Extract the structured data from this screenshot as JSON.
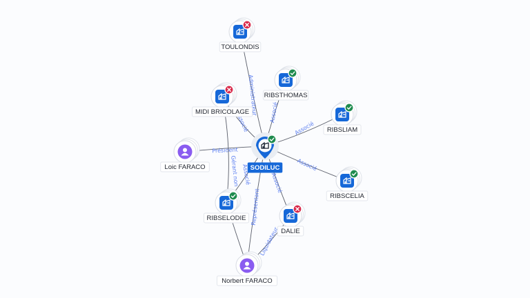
{
  "colors": {
    "company_icon": "#1668d8",
    "person_icon": "#8a5cf0",
    "status_active": "#1e8b4e",
    "status_closed": "#d8294a",
    "edge_label": "#5b7ef0",
    "edge_line": "#5a5e6a"
  },
  "center": {
    "label": "SODILUC",
    "icon": "company-icon",
    "status": "active"
  },
  "nodes": [
    {
      "id": "toulondis",
      "label": "TOULONDIS",
      "type": "company",
      "status": "closed"
    },
    {
      "id": "ribsthomas",
      "label": "RIBSTHOMAS",
      "type": "company",
      "status": "active"
    },
    {
      "id": "midi-bricolage",
      "label": "MIDI BRICOLAGE",
      "type": "company",
      "status": "closed"
    },
    {
      "id": "ribsliam",
      "label": "RIBSLIAM",
      "type": "company",
      "status": "active"
    },
    {
      "id": "loic-faraco",
      "label": "Loic FARACO",
      "type": "person",
      "status": null
    },
    {
      "id": "ribscelia",
      "label": "RIBSCELIA",
      "type": "company",
      "status": "active"
    },
    {
      "id": "ribselodie",
      "label": "RIBSELODIE",
      "type": "company",
      "status": "active"
    },
    {
      "id": "dalie",
      "label": "DALIE",
      "type": "company",
      "status": "closed"
    },
    {
      "id": "norbert-faraco",
      "label": "Norbert FARACO",
      "type": "person",
      "status": null
    }
  ],
  "edges": [
    {
      "from": "center",
      "to": "toulondis",
      "label": "Administrateur"
    },
    {
      "from": "center",
      "to": "ribsthomas",
      "label": "Associé"
    },
    {
      "from": "center",
      "to": "midi-bricolage",
      "label": "Associé"
    },
    {
      "from": "center",
      "to": "ribsliam",
      "label": "Associé"
    },
    {
      "from": "loic-faraco",
      "to": "center",
      "label": "Président"
    },
    {
      "from": "center",
      "to": "ribscelia",
      "label": "Associé"
    },
    {
      "from": "midi-bricolage",
      "to": "ribselodie",
      "label": "Gérant non"
    },
    {
      "from": "center",
      "to": "ribselodie",
      "label": "Associé"
    },
    {
      "from": "center",
      "to": "dalie",
      "label": "Associé"
    },
    {
      "from": "norbert-faraco",
      "to": "center",
      "label": "Représentant"
    },
    {
      "from": "norbert-faraco",
      "to": "dalie",
      "label": "Liquidateur"
    },
    {
      "from": "norbert-faraco",
      "to": "ribselodie",
      "label": ""
    }
  ]
}
